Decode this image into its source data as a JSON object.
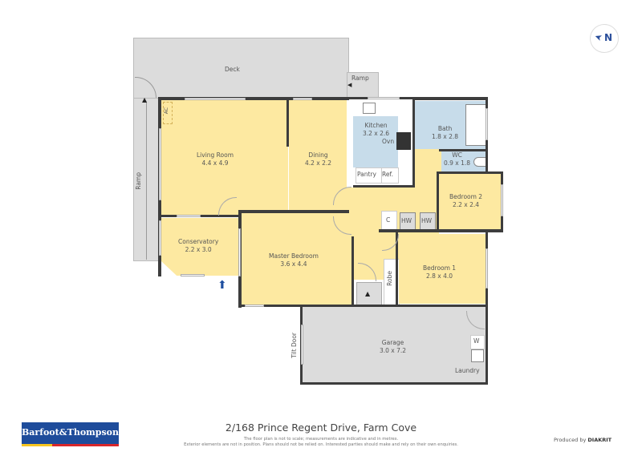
{
  "compass": {
    "label": "N",
    "arrow": "➤"
  },
  "floorplan": {
    "rooms": [
      {
        "name": "Deck",
        "dims": ""
      },
      {
        "name": "Ramp",
        "dims": ""
      },
      {
        "name": "Ramp",
        "dims": ""
      },
      {
        "name": "Living Room",
        "dims": "4.4 x 4.9"
      },
      {
        "name": "Dining",
        "dims": "4.2 x 2.2"
      },
      {
        "name": "Kitchen",
        "dims": "3.2 x 2.6"
      },
      {
        "name": "Bath",
        "dims": "1.8 x 2.8"
      },
      {
        "name": "WC",
        "dims": "0.9 x 1.8"
      },
      {
        "name": "Bedroom 2",
        "dims": "2.2 x 2.4"
      },
      {
        "name": "Conservatory",
        "dims": "2.2 x 3.0"
      },
      {
        "name": "Master Bedroom",
        "dims": "3.6 x 4.4"
      },
      {
        "name": "Bedroom 1",
        "dims": "2.8 x 4.0"
      },
      {
        "name": "Garage",
        "dims": "3.0 x 7.2"
      }
    ],
    "fixtures": {
      "ac": "AC",
      "oven": "Ovn",
      "pantry": "Pantry",
      "ref": "Ref.",
      "cupboard": "C",
      "hw1": "HW",
      "hw2": "HW",
      "robe": "Robe",
      "washer": "W",
      "laundry": "Laundry",
      "tilt_door": "Tilt Door"
    },
    "entry_marker": "entry-arrow"
  },
  "footer": {
    "brand": "Barfoot&Thompson",
    "address": "2/168 Prince Regent Drive, Farm Cove",
    "disclaimer_1": "The floor plan is not to scale; measurements are indicative and in metres.",
    "disclaimer_2": "Exterior elements are not in position. Plans should not be relied on. Interested parties should make and rely on their own enquiries.",
    "produced_by_prefix": "Produced by",
    "produced_by_brand": "DIAKRIT"
  },
  "colors": {
    "living": "#fde9a1",
    "wet": "#c7dcea",
    "exterior": "#dcdcdc",
    "wall": "#3d3d3d",
    "brand_blue": "#1e4c9b",
    "entry_arrow": "#1f4fa0"
  }
}
